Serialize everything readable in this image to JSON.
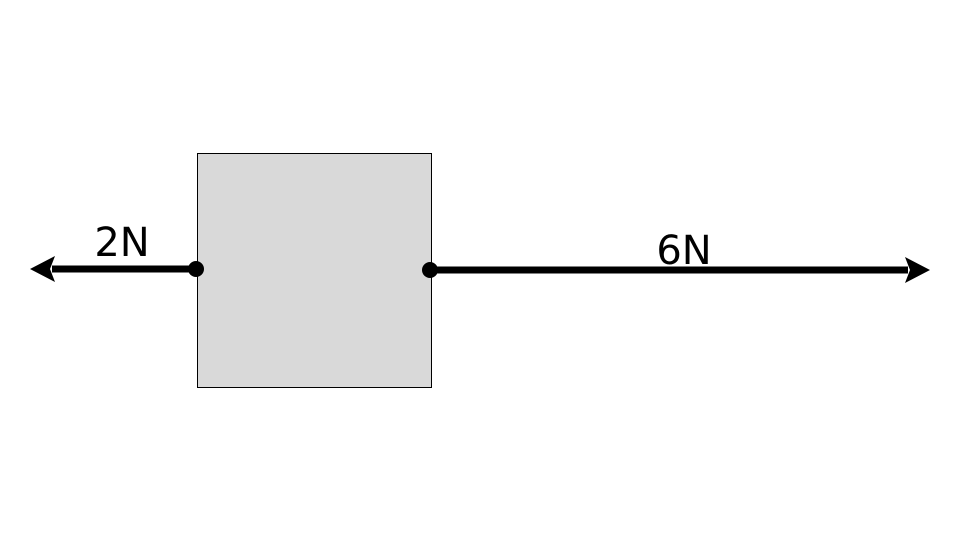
{
  "diagram": {
    "block": {
      "fill": "#d9d9d9",
      "stroke": "#000000"
    },
    "forces": [
      {
        "label": "2N",
        "magnitude": 2,
        "unit": "N",
        "direction": "left"
      },
      {
        "label": "6N",
        "magnitude": 6,
        "unit": "N",
        "direction": "right"
      }
    ],
    "arrow_color": "#000000"
  }
}
